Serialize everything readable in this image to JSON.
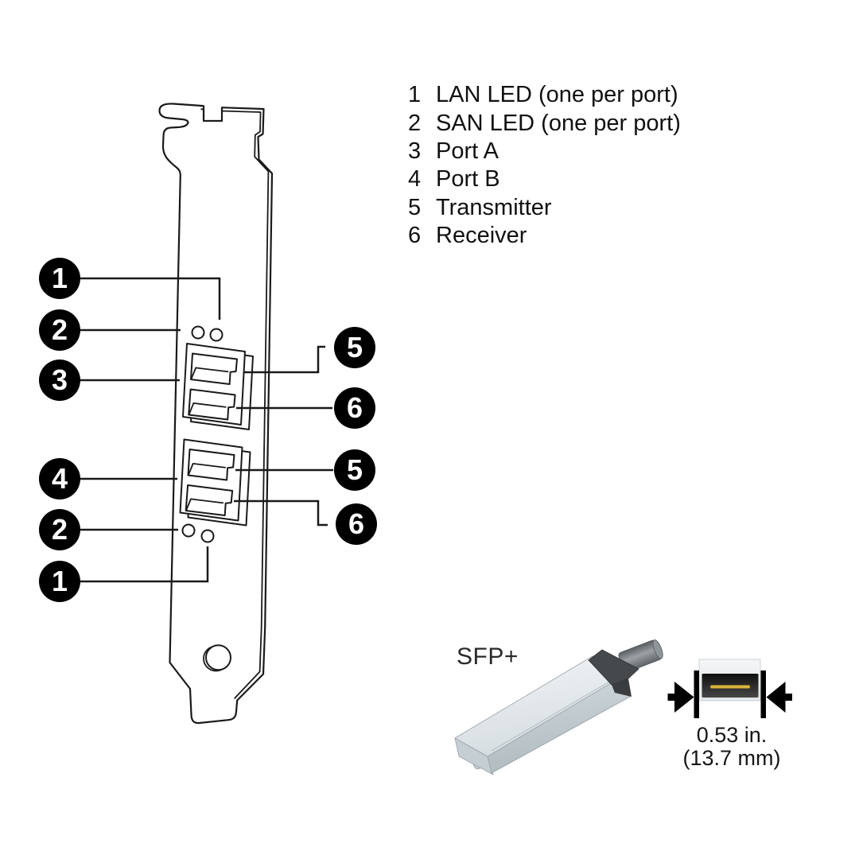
{
  "figure": {
    "legend": {
      "items": [
        {
          "num": "1",
          "label": "LAN LED (one per port)"
        },
        {
          "num": "2",
          "label": "SAN LED (one per port)"
        },
        {
          "num": "3",
          "label": "Port A"
        },
        {
          "num": "4",
          "label": "Port B"
        },
        {
          "num": "5",
          "label": "Transmitter"
        },
        {
          "num": "6",
          "label": "Receiver"
        }
      ]
    },
    "callouts": {
      "left": [
        "1",
        "2",
        "3",
        "4",
        "2",
        "1"
      ],
      "right": [
        "5",
        "6",
        "5",
        "6"
      ]
    },
    "sfp": {
      "label": "SFP+",
      "dimension_inches": "0.53 in.",
      "dimension_mm": "(13.7 mm)"
    },
    "colors": {
      "line": "#1a1a1a",
      "callout_bg": "#000000",
      "callout_text": "#ffffff",
      "module_body_light": "#eef2f4",
      "module_body_dark": "#b2bdc2",
      "module_bail": "#45494c",
      "connector_slot": "#1c1c1c",
      "connector_gold": "#d9b440"
    }
  }
}
